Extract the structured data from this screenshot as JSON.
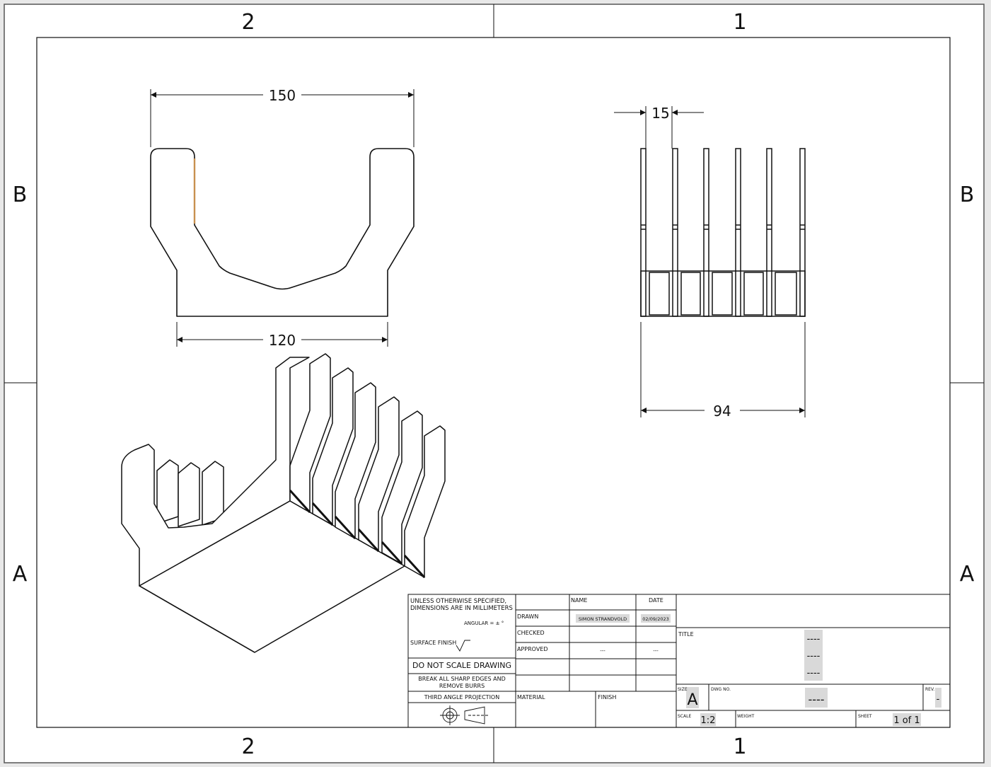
{
  "border": {
    "top_zones": [
      "2",
      "1"
    ],
    "bottom_zones": [
      "2",
      "1"
    ],
    "left_zones": [
      "B",
      "A"
    ],
    "right_zones": [
      "B",
      "A"
    ]
  },
  "dimensions": {
    "top_width": "150",
    "bottom_width": "120",
    "fin_pitch": "15",
    "side_width": "94"
  },
  "title_block": {
    "notes_line1": "UNLESS OTHERWISE SPECIFIED,",
    "notes_line2": "DIMENSIONS ARE IN MILLIMETERS",
    "angular": "ANGULAR = ± °",
    "surface_finish": "SURFACE FINISH",
    "do_not_scale": "DO NOT SCALE DRAWING",
    "break_edges_line1": "BREAK ALL SHARP EDGES AND",
    "break_edges_line2": "REMOVE BURRS",
    "projection": "THIRD ANGLE PROJECTION",
    "name_header": "NAME",
    "date_header": "DATE",
    "drawn_label": "DRAWN",
    "drawn_name": "SIMON STRANDVOLD",
    "drawn_date": "02/09/2023",
    "checked_label": "CHECKED",
    "approved_label": "APPROVED",
    "approved_name": "---",
    "approved_date": "---",
    "material_label": "MATERIAL",
    "finish_label": "FINISH",
    "title_label": "TITLE",
    "title_lines": [
      "----",
      "----",
      "----"
    ],
    "size_label": "SIZE",
    "size_value": "A",
    "dwg_no_label": "DWG NO.",
    "dwg_no_value": "----",
    "rev_label": "REV.",
    "rev_value": "-",
    "scale_label": "SCALE",
    "scale_value": "1:2",
    "weight_label": "WEIGHT",
    "sheet_label": "SHEET",
    "sheet_value": "1 of 1"
  },
  "colors": {
    "paper": "#ffffff",
    "background": "#e8e8e8",
    "line": "#111111",
    "highlight_edge": "#c8914f",
    "field_highlight": "#d9d9d9"
  }
}
